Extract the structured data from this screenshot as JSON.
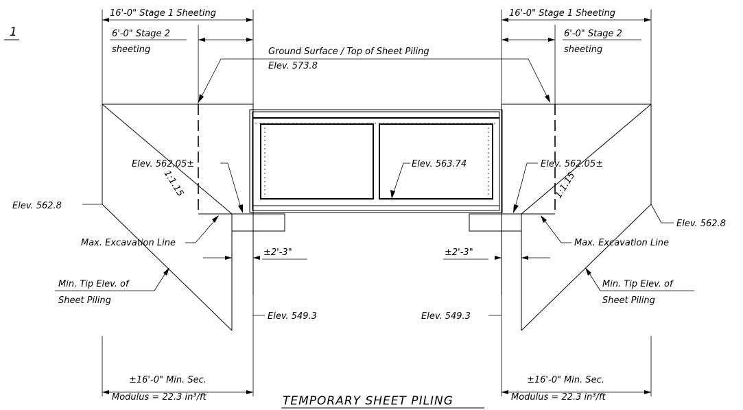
{
  "sheet_marker": "1",
  "title": "TEMPORARY SHEET PILING",
  "top": {
    "stage1_left": "16'-0\" Stage 1 Sheeting",
    "stage1_right": "16'-0\" Stage 1 Sheeting",
    "stage2_left_line1": "6'-0\" Stage 2",
    "stage2_left_line2": "sheeting",
    "stage2_right_line1": "6'-0\" Stage 2",
    "stage2_right_line2": "sheeting",
    "ground_line1": "Ground Surface / Top of Sheet Piling",
    "ground_line2": "Elev. 573.8"
  },
  "left": {
    "elev_562_05": "Elev. 562.05±",
    "slope": "1:1.15",
    "elev_562_8": "Elev. 562.8",
    "max_excavation": "Max. Excavation Line",
    "offset": "±2'-3\"",
    "min_tip_line1": "Min. Tip Elev. of",
    "min_tip_line2": "Sheet Piling",
    "elev_549_3": "Elev. 549.3",
    "bottom_line1": "±16'-0\" Min. Sec.",
    "bottom_line2": "Modulus = 22.3 in³/ft"
  },
  "center": {
    "elev_563_74": "Elev. 563.74"
  },
  "right": {
    "elev_562_05": "Elev. 562.05±",
    "slope": "1:1.15",
    "elev_562_8": "Elev. 562.8",
    "max_excavation": "Max. Excavation Line",
    "offset": "±2'-3\"",
    "min_tip_line1": "Min. Tip Elev. of",
    "min_tip_line2": "Sheet Piling",
    "elev_549_3": "Elev. 549.3",
    "bottom_line1": "±16'-0\" Min. Sec.",
    "bottom_line2": "Modulus = 22.3 in³/ft"
  }
}
